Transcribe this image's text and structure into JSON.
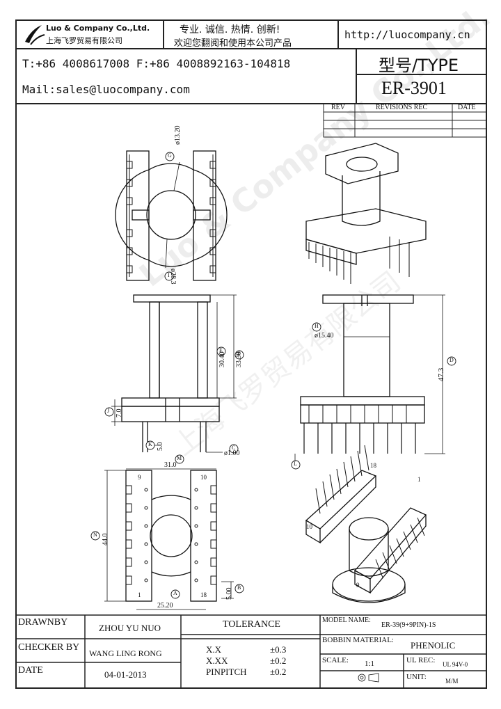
{
  "header": {
    "company_en": "Luo & Company Co.,Ltd.",
    "company_cn": "上海飞罗贸易有限公司",
    "slogan_line1": "专业. 诚信.  热情.  创新!",
    "slogan_line2": "欢迎您翻阅和使用本公司产品",
    "website": "http://luocompany.cn",
    "phone_fax": "T:+86 4008617008 F:+86 4008892163-104818",
    "mail": "Mail:sales@luocompany.com",
    "type_label": "型号/TYPE",
    "type_value": "ER-3901"
  },
  "revisions": {
    "col_rev": "REV",
    "col_rec": "REVISIONS REC",
    "col_date": "DATE"
  },
  "dimensions": {
    "d_13_20": "ø13.20",
    "d_28_3": "ø28.3",
    "d_30_40": "30.40",
    "d_33_30": "33.30",
    "d_7_0": "7.0",
    "d_5_0": "5.0",
    "d_1_00": "ø1.00",
    "d_15_40": "ø15.40",
    "d_47_3": "47.3",
    "d_31_0": "31.0",
    "d_44_0": "44.0",
    "d_25_20": "25.20",
    "d_5_00": "5.00",
    "pin_9": "9",
    "pin_10": "10",
    "pin_1": "1",
    "pin_18": "18",
    "iso_pin_18": "18",
    "iso_pin_10": "10",
    "iso_pin_1": "1",
    "iso_pin_9": "9",
    "callout_G": "G",
    "callout_I": "I",
    "callout_F": "F",
    "callout_E": "E",
    "callout_J": "J",
    "callout_K": "K",
    "callout_C": "C",
    "callout_H": "H",
    "callout_D": "D",
    "callout_L": "L",
    "callout_M": "M",
    "callout_N": "N",
    "callout_A": "A",
    "callout_B": "B"
  },
  "watermark": {
    "line1": "Luo & Company Co.,Ltd.",
    "line2": "上海飞罗贸易有限公司"
  },
  "title_block": {
    "drawnby_label": "DRAWNBY",
    "drawnby_value": "ZHOU YU NUO",
    "checker_label": "CHECKER BY",
    "checker_value": "WANG LING RONG",
    "date_label": "DATE",
    "date_value": "04-01-2013",
    "tolerance_label": "TOLERANCE",
    "tol_xx_label": "X.X",
    "tol_xx_value": "±0.3",
    "tol_xxx_label": "X.XX",
    "tol_xxx_value": "±0.2",
    "tol_pin_label": "PINPITCH",
    "tol_pin_value": "±0.2",
    "model_label": "MODEL NAME:",
    "model_value": "ER-39(9+9PIN)-1S",
    "bobbin_label": "BOBBIN MATERIAL:",
    "bobbin_value": "PHENOLIC",
    "scale_label": "SCALE:",
    "scale_value": "1:1",
    "ul_label": "UL REC:",
    "ul_value": "UL 94V-0",
    "unit_label": "UNIT:",
    "unit_value": "M/M"
  }
}
